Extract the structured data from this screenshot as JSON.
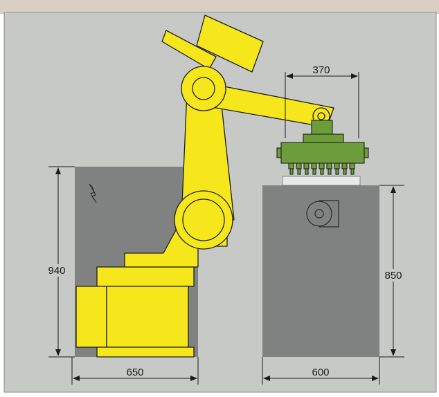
{
  "diagram": {
    "dimensions": {
      "gripper_width": "370",
      "left_cabinet_height": "940",
      "right_cabinet_height": "850",
      "robot_base_width": "650",
      "table_width": "600"
    },
    "colors": {
      "panel_background": "#c7c9c6",
      "outer_photo_band": "#d9cfc4",
      "robot_yellow": "#f6e61c",
      "gripper_green": "#6c9d3a",
      "cabinet_gray": "#7f8280",
      "outline": "#1e1e1e"
    },
    "icons": [
      "lightning-icon",
      "motor-symbol-icon"
    ]
  }
}
